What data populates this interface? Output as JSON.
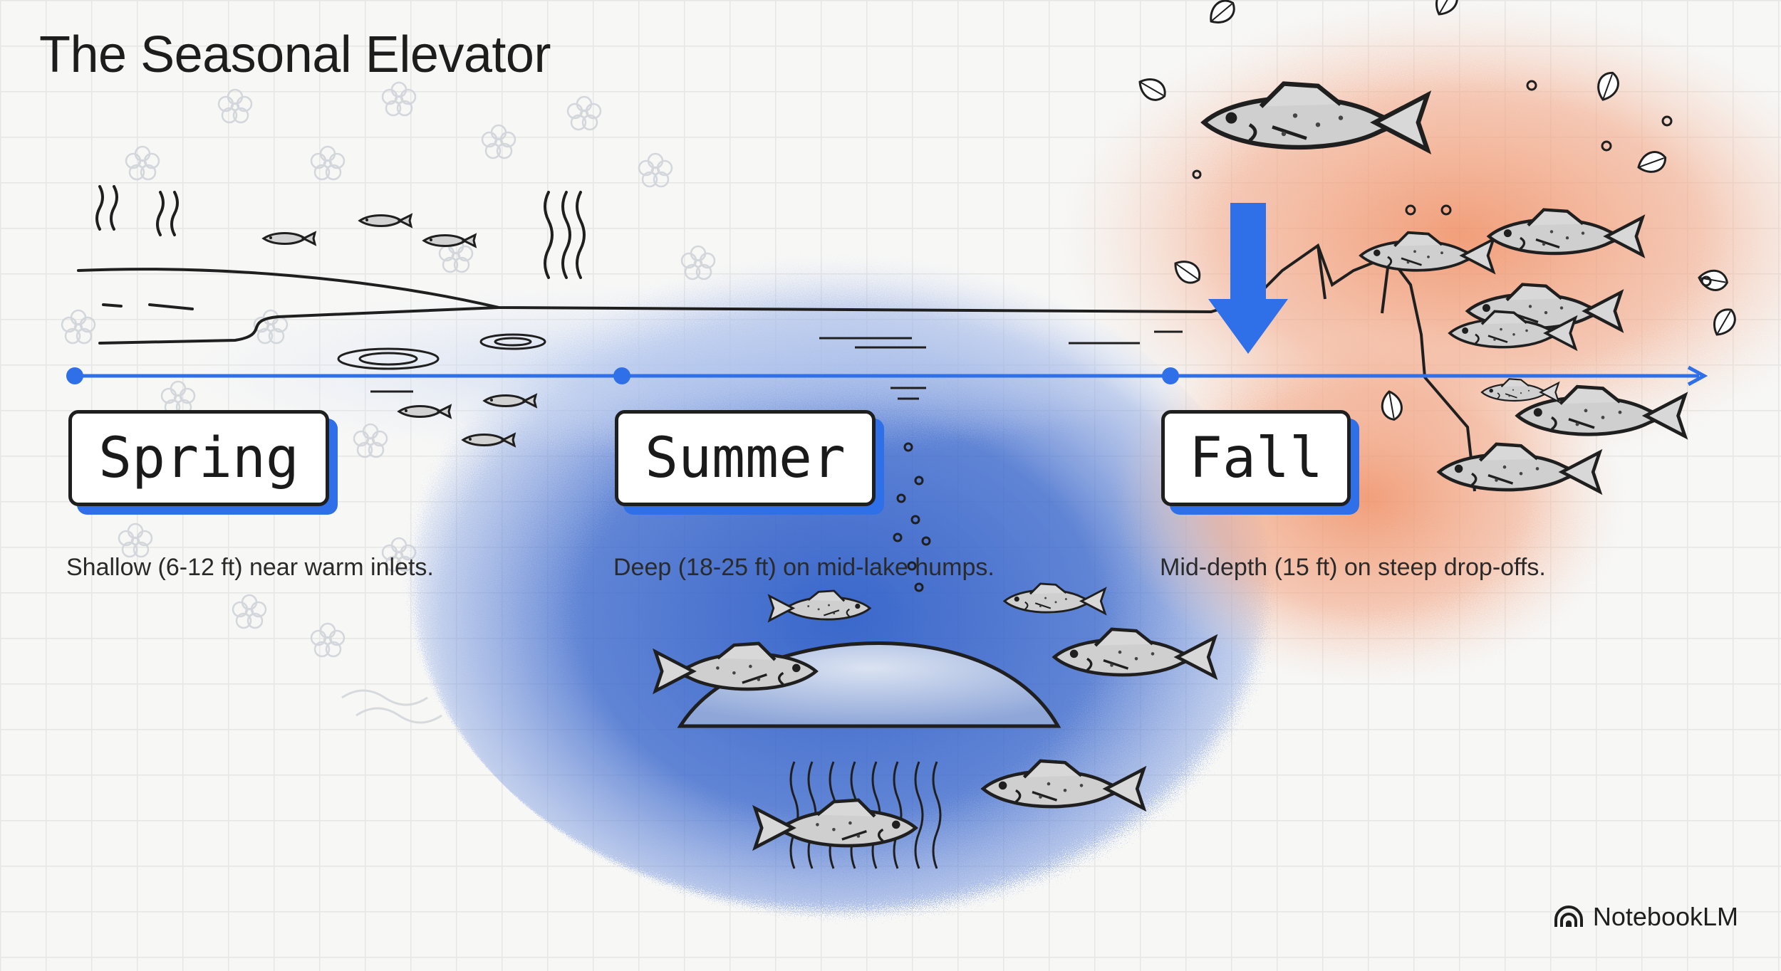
{
  "title": "The Seasonal Elevator",
  "seasons": [
    {
      "label": "Spring",
      "description": "Shallow (6-12 ft) near warm inlets."
    },
    {
      "label": "Summer",
      "description": "Deep (18-25 ft) on mid-lake humps."
    },
    {
      "label": "Fall",
      "description": "Mid-depth (15 ft) on steep drop-offs."
    }
  ],
  "brand": {
    "name": "NotebookLM",
    "icon": "notebooklm-logo-icon"
  },
  "colors": {
    "accent_blue": "#2f6fe8",
    "water_blue": "#3f6fd0",
    "fall_orange": "#f0a07c",
    "ink": "#1f1f1f"
  }
}
